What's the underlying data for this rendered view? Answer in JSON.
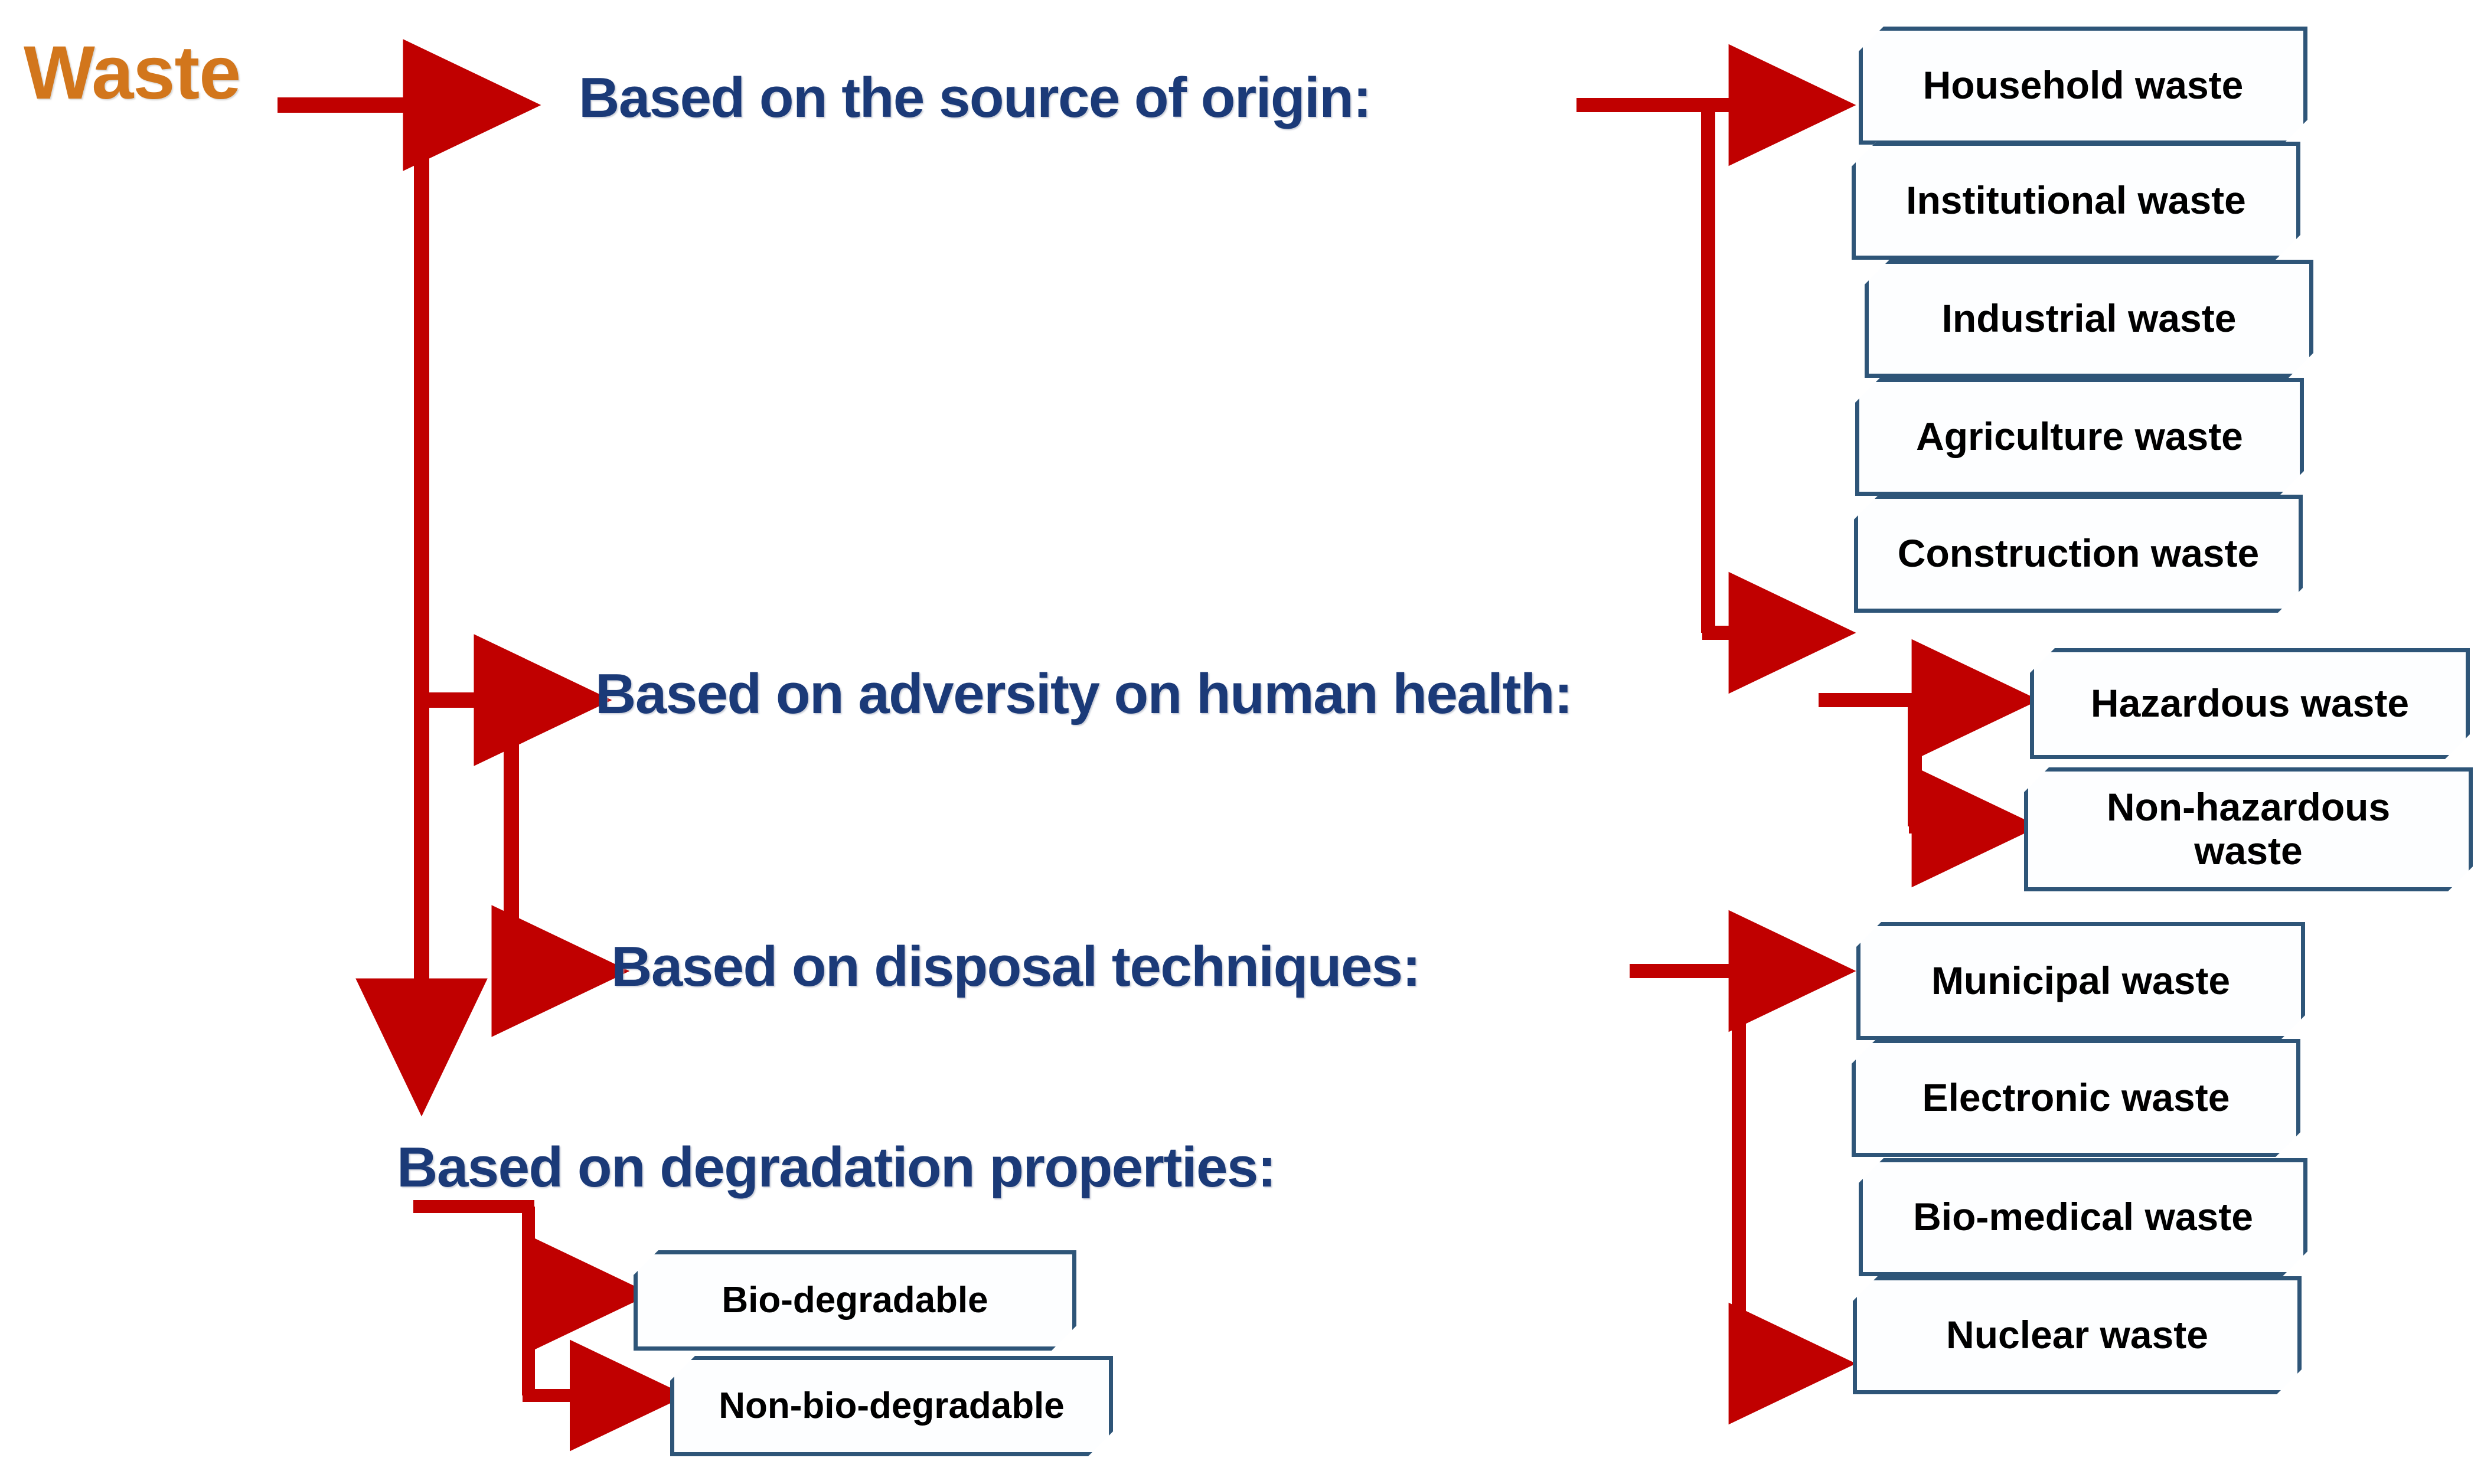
{
  "root": {
    "label": "Waste",
    "color": "#D2761C"
  },
  "theme": {
    "connector_color": "#C00000",
    "heading_color": "#1B3A78",
    "box_border_color": "#2E5578",
    "box_fill_color": "#FDFEFF",
    "box_text_color": "#000000",
    "background_color": "#FFFFFF"
  },
  "categories": [
    {
      "id": "source-of-origin",
      "heading": "Based on the source of origin:",
      "items": [
        {
          "label": "Household waste"
        },
        {
          "label": "Institutional waste"
        },
        {
          "label": "Industrial waste"
        },
        {
          "label": "Agriculture waste"
        },
        {
          "label": "Construction waste"
        }
      ]
    },
    {
      "id": "adversity-human-health",
      "heading": "Based on adversity on human health:",
      "items": [
        {
          "label": "Hazardous waste"
        },
        {
          "label": "Non-hazardous\nwaste"
        }
      ]
    },
    {
      "id": "disposal-techniques",
      "heading": "Based on disposal techniques:",
      "items": [
        {
          "label": "Municipal waste"
        },
        {
          "label": "Electronic waste"
        },
        {
          "label": "Bio-medical waste"
        },
        {
          "label": "Nuclear waste"
        }
      ]
    },
    {
      "id": "degradation-properties",
      "heading": "Based on degradation properties:",
      "items": [
        {
          "label": "Bio-degradable"
        },
        {
          "label": "Non-bio-degradable"
        }
      ]
    }
  ]
}
